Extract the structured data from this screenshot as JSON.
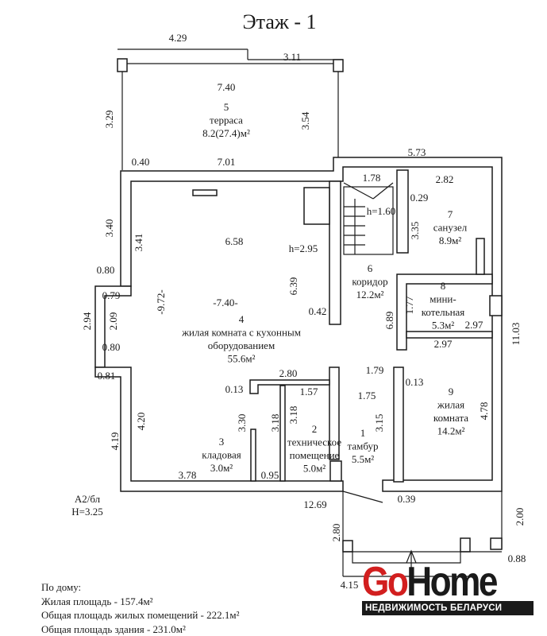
{
  "title": "Этаж - 1",
  "rooms": [
    {
      "number": "5",
      "name": "терраса",
      "area": "8.2(27.4)м²"
    },
    {
      "number": "4",
      "name": "жилая комната с кухонным",
      "name2": "оборудованием",
      "area": "55.6м²"
    },
    {
      "number": "6",
      "name": "коридор",
      "area": "12.2м²"
    },
    {
      "number": "7",
      "name": "санузел",
      "area": "8.9м²"
    },
    {
      "number": "8",
      "name": "мини-",
      "name2": "котельная",
      "area": "5.3м²"
    },
    {
      "number": "9",
      "name": "жилая",
      "name2": "комната",
      "area": "14.2м²"
    },
    {
      "number": "1",
      "name": "тамбур",
      "area": "5.5м²"
    },
    {
      "number": "2",
      "name": "техническое",
      "name2": "помещение",
      "area": "5.0м²"
    },
    {
      "number": "3",
      "name": "кладовая",
      "area": "3.0м²"
    }
  ],
  "dimensions": [
    "4.29",
    "3.11",
    "7.40",
    "3.29",
    "3.54",
    "5.73",
    "0.40",
    "7.01",
    "1.78",
    "2.82",
    "0.29",
    "h=1.60",
    "3.40",
    "3.41",
    "3.35",
    "6.58",
    "h=2.95",
    "0.80",
    "2.97",
    "2.97",
    "1.77",
    "6.89",
    "11.03",
    "0.79",
    "2.94",
    "2.09",
    "-9.72-",
    "-7.40-",
    "6.39",
    "0.42",
    "0.80",
    "0.81",
    "2.80",
    "1.79",
    "0.13",
    "1.57",
    "1.75",
    "0.13",
    "3.30",
    "3.18",
    "3.18",
    "3.15",
    "4.78",
    "4.20",
    "4.19",
    "3.78",
    "0.95",
    "12.69",
    "0.39",
    "2.80",
    "2.00",
    "0.88",
    "4.15"
  ],
  "notes": {
    "class": "А2/бл",
    "height": "H=3.25"
  },
  "footer": {
    "heading": "По дому:",
    "living_area": "Жилая площадь - 157.4м²",
    "total_living": "Общая площадь жилых помещений - 222.1м²",
    "total_building": "Общая площадь здания - 231.0м²"
  },
  "logo": {
    "go": "Go",
    "home": "Home",
    "tagline": "НЕДВИЖИМОСТЬ БЕЛАРУСИ"
  }
}
